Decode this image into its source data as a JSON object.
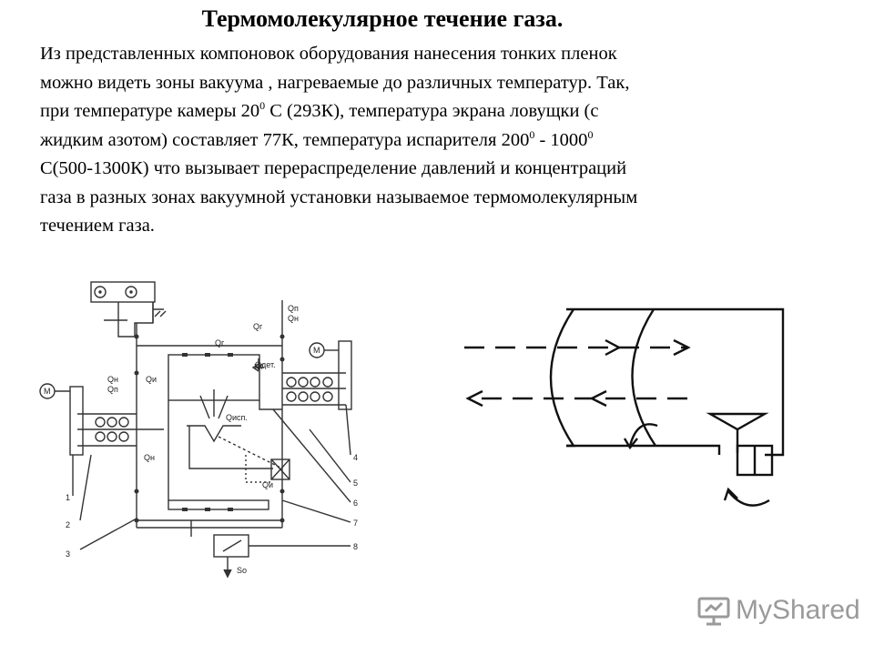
{
  "title": "Термомолекулярное течение газа.",
  "paragraph": {
    "l1": " Из представленных компоновок оборудования  нанесения тонких пленок",
    "l2": "можно видеть зоны вакуума , нагреваемые до различных температур. Так,",
    "l3a": "при температуре камеры 20",
    "l3sup": "0",
    "l3b": " С (293К), температура экрана ловущки (с",
    "l4a": "жидким азотом) составляет  77К, температура испарителя 200",
    "l4sup1": "0",
    "l4mid": " - 1000",
    "l4sup2": "0",
    "l5": "С(500-1300К) что вызывает перераспределение давлений и концентраций",
    "l6": "газа в разных зонах вакуумной установки называемое термомолекулярным",
    "l7": "течением газа."
  },
  "scheme": {
    "labels": {
      "qp_top": "Qп",
      "qn_top": "Qн",
      "qg_left": "Qг",
      "qg_mid": "Qг",
      "qdet": "Qдет.",
      "m_right": "M",
      "m_left": "M",
      "qn_left": "Qн",
      "qp_left": "Qп",
      "qi_left": "Qи",
      "qi_evap": "Qисп.",
      "qn_low": "Qн",
      "qi_low": "Qи",
      "so": "So"
    },
    "numbers": [
      "1",
      "2",
      "3",
      "4",
      "5",
      "6",
      "7",
      "8"
    ]
  },
  "watermark": {
    "text": "MyShared",
    "icon": "projector-screen-icon",
    "color": "#9a9a9a"
  }
}
